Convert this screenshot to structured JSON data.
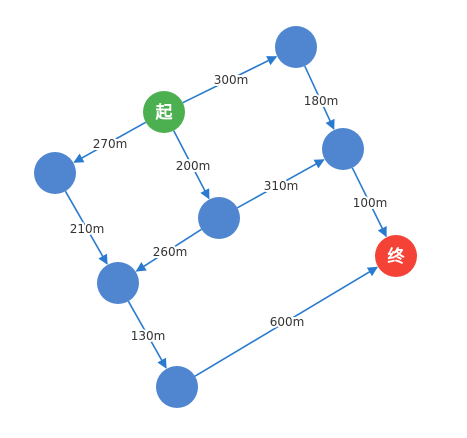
{
  "colors": {
    "node": "#4f86cf",
    "start": "#4caf50",
    "end": "#f44336",
    "edge": "#2a7bd0"
  },
  "nodes": [
    {
      "id": "start",
      "label": "起",
      "kind": "start"
    },
    {
      "id": "n-top-right",
      "label": "",
      "kind": "normal"
    },
    {
      "id": "n-left",
      "label": "",
      "kind": "normal"
    },
    {
      "id": "n-right",
      "label": "",
      "kind": "normal"
    },
    {
      "id": "n-center",
      "label": "",
      "kind": "normal"
    },
    {
      "id": "end",
      "label": "终",
      "kind": "end"
    },
    {
      "id": "n-lower-left",
      "label": "",
      "kind": "normal"
    },
    {
      "id": "n-bottom",
      "label": "",
      "kind": "normal"
    }
  ],
  "edges": [
    {
      "from": "start",
      "to": "n-top-right",
      "label": "300m"
    },
    {
      "from": "start",
      "to": "n-left",
      "label": "270m"
    },
    {
      "from": "start",
      "to": "n-center",
      "label": "200m"
    },
    {
      "from": "n-top-right",
      "to": "n-right",
      "label": "180m"
    },
    {
      "from": "n-center",
      "to": "n-right",
      "label": "310m"
    },
    {
      "from": "n-right",
      "to": "end",
      "label": "100m"
    },
    {
      "from": "n-left",
      "to": "n-lower-left",
      "label": "210m"
    },
    {
      "from": "n-center",
      "to": "n-lower-left",
      "label": "260m"
    },
    {
      "from": "n-lower-left",
      "to": "n-bottom",
      "label": "130m"
    },
    {
      "from": "n-bottom",
      "to": "end",
      "label": "600m"
    }
  ]
}
